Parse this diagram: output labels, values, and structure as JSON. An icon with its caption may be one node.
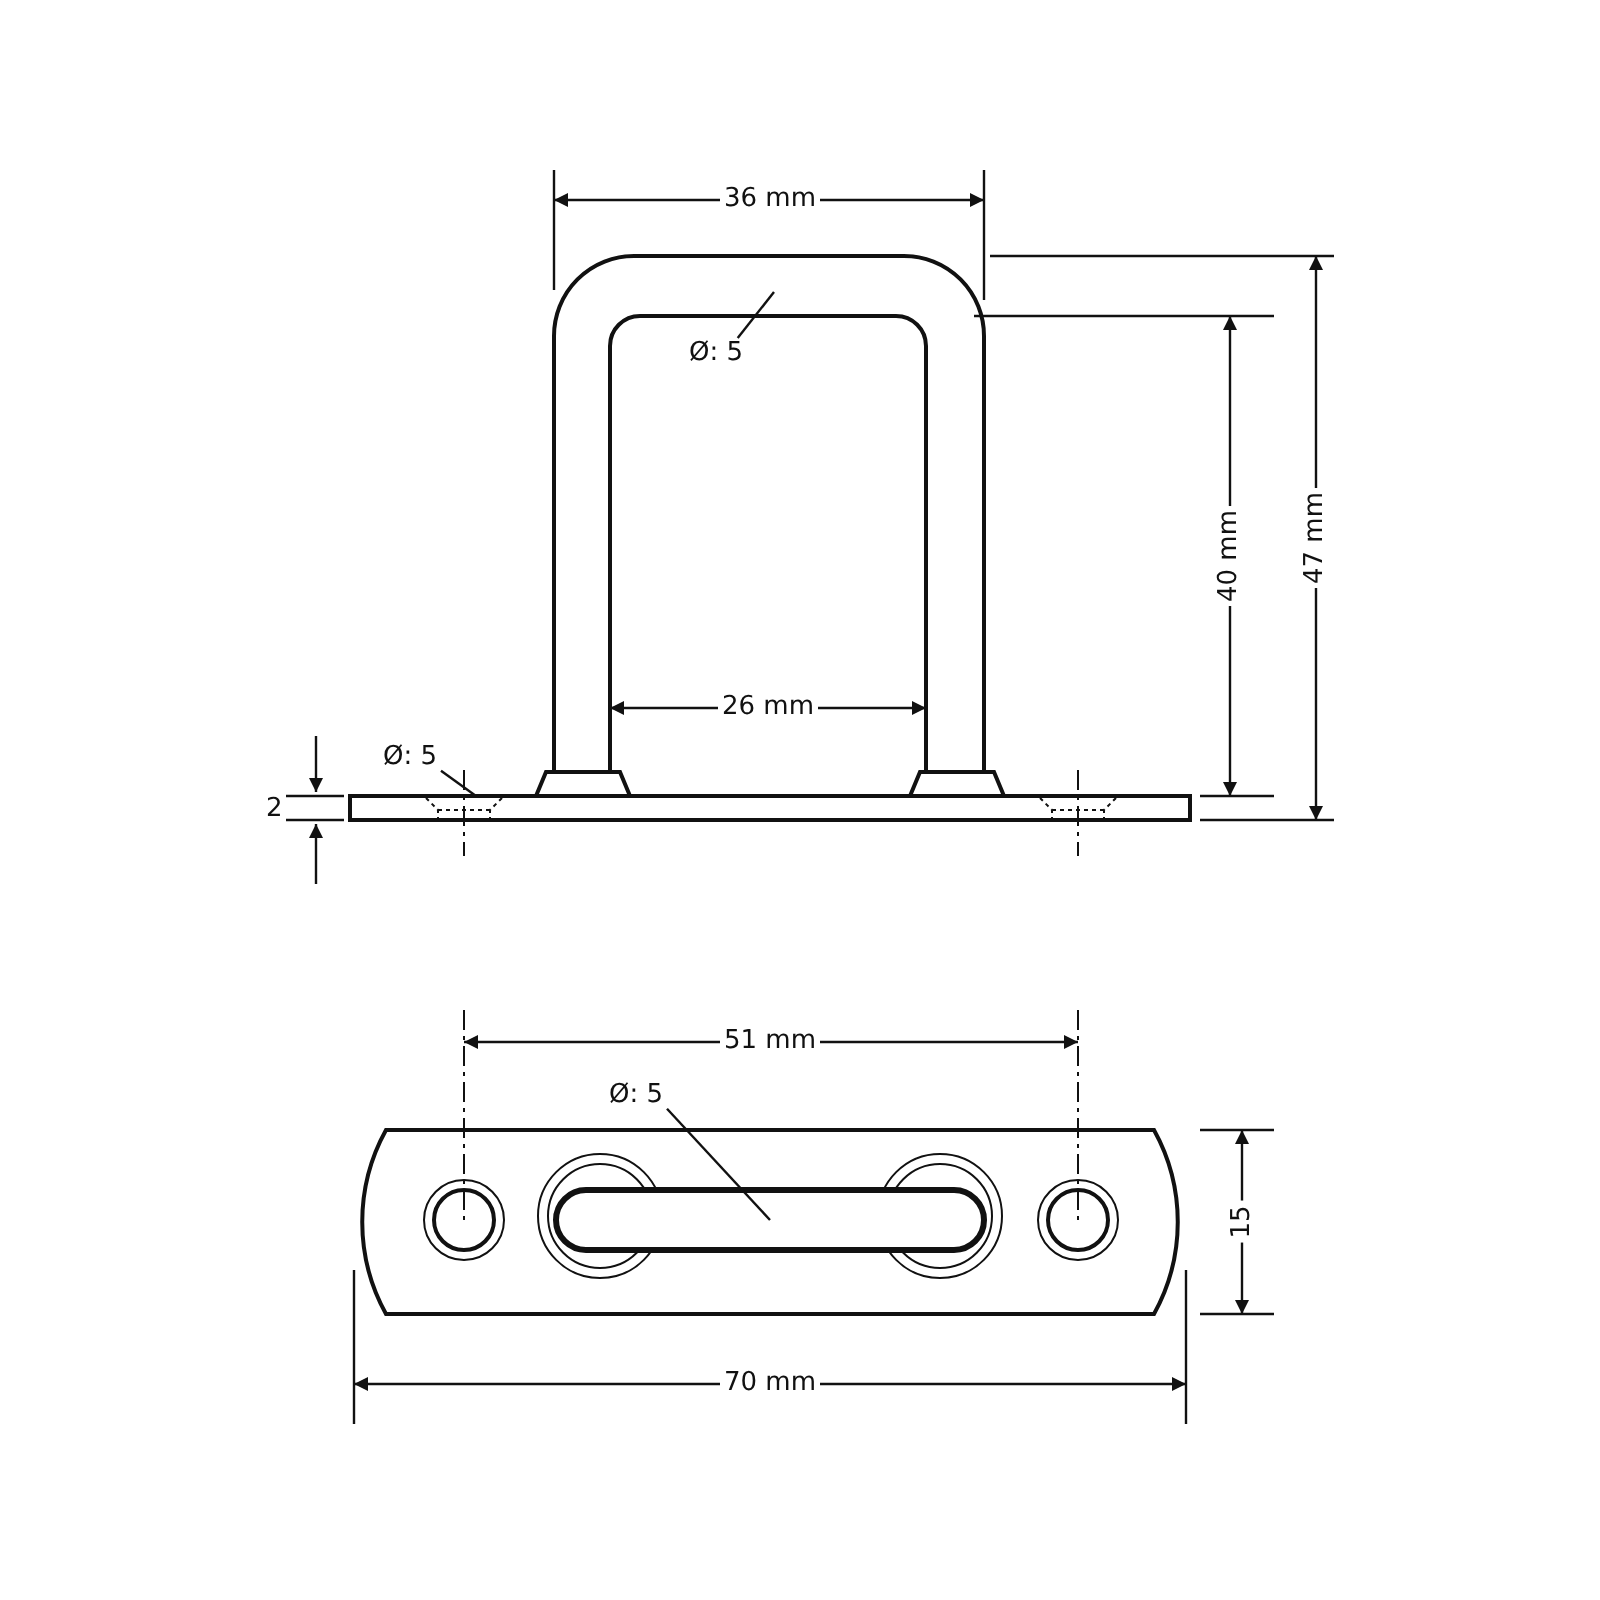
{
  "diagram": {
    "nodes": [
      {
        "text": [
          "Ø: 5"
        ]
      },
      {
        "text": [
          "Ø: 5"
        ]
      },
      {
        "text": [
          "Ø: 5"
        ]
      }
    ],
    "edges": [
      {
        "from": 0,
        "to": null,
        "arrow": "none"
      },
      {
        "from": 1,
        "to": null,
        "arrow": "none"
      },
      {
        "from": 2,
        "to": null,
        "arrow": "none"
      }
    ],
    "labels": [
      "36 mm",
      "47 mm",
      "40 mm",
      "26 mm",
      "2",
      "51 mm",
      "15",
      "70 mm"
    ]
  }
}
